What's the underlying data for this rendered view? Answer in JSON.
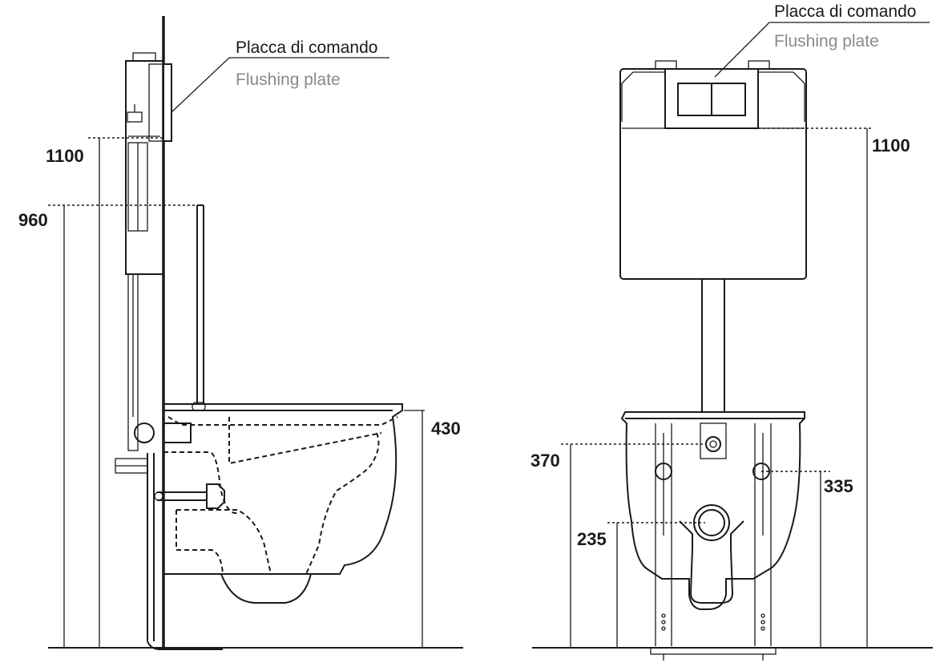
{
  "callouts": {
    "side_view": {
      "title": "Placca di comando",
      "subtitle": "Flushing plate"
    },
    "front_view": {
      "title": "Placca di comando",
      "subtitle": "Flushing plate"
    }
  },
  "dimensions": {
    "side_view": {
      "plate_height": "1100",
      "seat_height": "960",
      "bowl_height": "430"
    },
    "front_view": {
      "plate_height": "1100",
      "inlet_height": "370",
      "fixing_height": "335",
      "outlet_height": "235"
    }
  }
}
